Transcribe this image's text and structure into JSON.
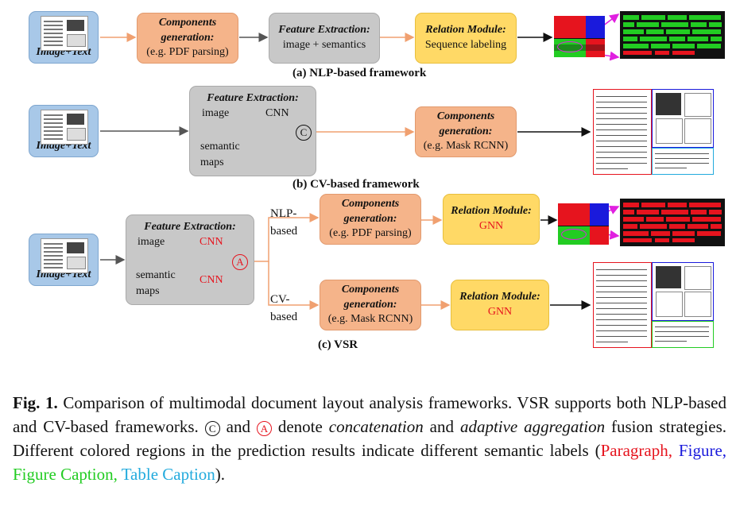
{
  "section_a": {
    "input_label": "Image+Text",
    "components_title": "Components generation:",
    "components_sub": "(e.g. PDF parsing)",
    "feature_title": "Feature Extraction:",
    "feature_sub": "image + semantics",
    "relation_title": "Relation Module:",
    "relation_sub": "Sequence labeling",
    "caption": "(a) NLP-based framework"
  },
  "section_b": {
    "input_label": "Image+Text",
    "feature_title": "Feature Extraction:",
    "image_label": "image",
    "cnn_label": "CNN",
    "concat_symbol": "C",
    "semantic_label": "semantic maps",
    "components_title": "Components generation:",
    "components_sub": "(e.g. Mask RCNN)",
    "caption": "(b) CV-based framework"
  },
  "section_c": {
    "input_label": "Image+Text",
    "feature_title": "Feature Extraction:",
    "image_label": "image",
    "cnn_label_1": "CNN",
    "semantic_label": "semantic maps",
    "cnn_label_2": "CNN",
    "adaptive_symbol": "A",
    "nlp_label": "NLP-based",
    "cv_label": "CV-based",
    "components_title_1": "Components generation:",
    "components_sub_1": "(e.g. PDF parsing)",
    "relation_title_1": "Relation Module:",
    "relation_sub_1": "GNN",
    "components_title_2": "Components generation:",
    "components_sub_2": "(e.g. Mask RCNN)",
    "relation_title_2": "Relation Module:",
    "relation_sub_2": "GNN",
    "caption": "(c) VSR"
  },
  "figure_caption": {
    "fig_label": "Fig. 1.",
    "text_1": " Comparison of multimodal document layout analysis frameworks. VSR supports both NLP-based and CV-based frameworks. ",
    "symbol_c": "C",
    "text_and": " and ",
    "symbol_a": "A",
    "text_denote": " denote ",
    "concatenation": "concatenation",
    "text_and2": " and ",
    "adaptive_aggregation": "adaptive aggregation",
    "text_2": " fusion strategies. Different colored regions in the prediction results indicate different semantic labels (",
    "paragraph": "Paragraph,",
    "figure": " Figure,",
    "figure_caption": " Figure Caption,",
    "table_caption": " Table Caption",
    "text_end": ")."
  },
  "colors": {
    "paragraph": "#e6141e",
    "figure": "#1a1adc",
    "figure_caption": "#22cc22",
    "table_caption": "#22aadd",
    "arrow_orange": "#f0a070",
    "arrow_gray": "#555555"
  }
}
